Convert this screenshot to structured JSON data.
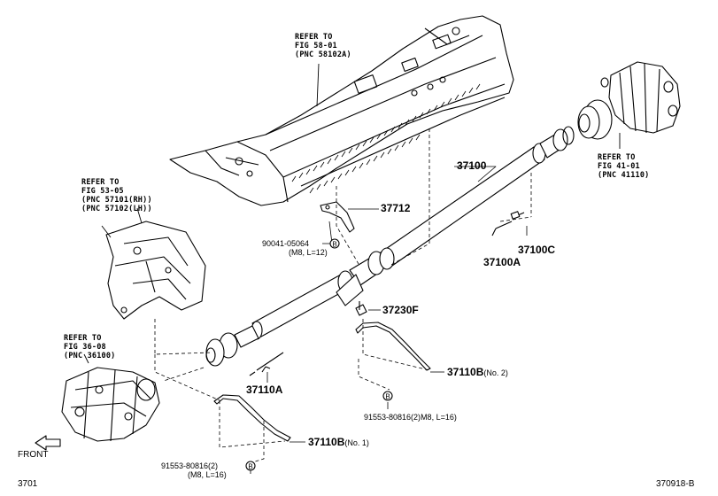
{
  "references": {
    "top": [
      "REFER TO",
      "FIG 58-01",
      "(PNC 58102A)"
    ],
    "right": [
      "REFER TO",
      "FIG 41-01",
      "(PNC 41110)"
    ],
    "left_upper": [
      "REFER TO",
      "FIG 53-05",
      "(PNC 57101(RH))",
      "(PNC 57102(LH))"
    ],
    "left_lower": [
      "REFER TO",
      "FIG 36-08",
      "(PNC 36100)"
    ]
  },
  "parts": {
    "p37100": "37100",
    "p37712": "37712",
    "p37100C": "37100C",
    "p37100A": "37100A",
    "p37230F": "37230F",
    "p37110A": "37110A",
    "p37110B_no2": "37110B",
    "p37110B_no2_suffix": "(No. 2)",
    "p37110B_no1": "37110B",
    "p37110B_no1_suffix": "(No. 1)"
  },
  "bolts": {
    "b90041": {
      "number": "90041-05064",
      "spec": "(M8, L=12)",
      "marker": "B"
    },
    "b91553_right": {
      "number": "91553-80816(2)",
      "spec": "M8, L=16)",
      "marker": "B"
    },
    "b91553_left": {
      "number": "91553-80816(2)",
      "spec": "(M8, L=16)",
      "marker": "B"
    }
  },
  "corner": {
    "front": "FRONT",
    "bottom_left": "3701",
    "bottom_right": "370918-B"
  }
}
